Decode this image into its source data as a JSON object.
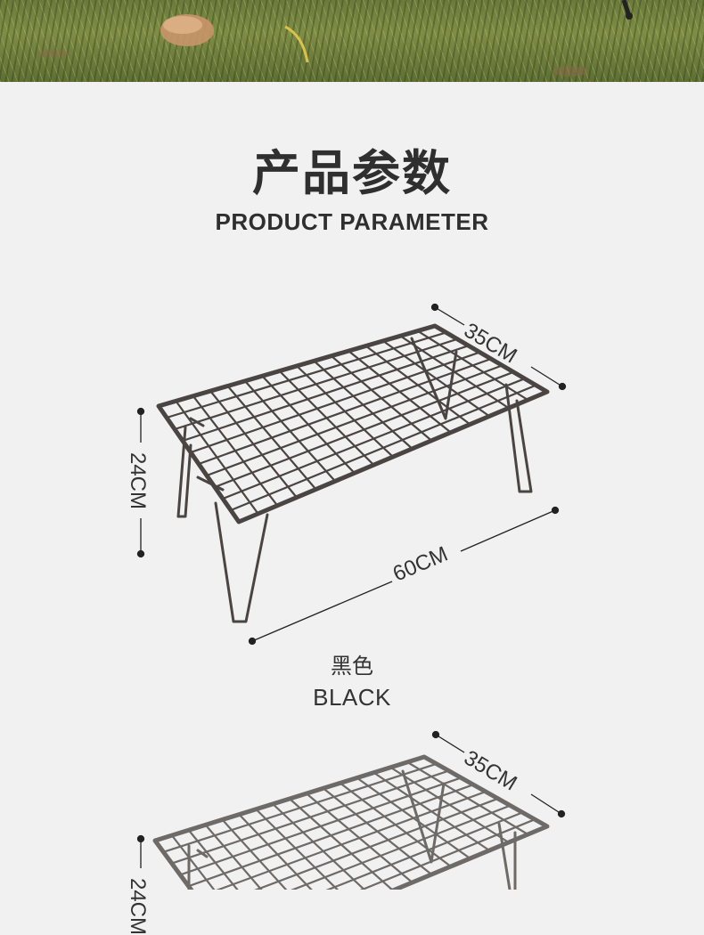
{
  "header": {
    "title_cn": "产品参数",
    "title_en": "PRODUCT PARAMETER"
  },
  "products": [
    {
      "depth": "35CM",
      "height": "24CM",
      "width": "60CM",
      "color_cn": "黑色",
      "color_en": "BLACK",
      "frame_color": "#4a4442"
    },
    {
      "depth": "35CM",
      "height": "24CM",
      "frame_color": "#6e6a68"
    }
  ],
  "colors": {
    "background": "#f1f1f1",
    "text": "#2f2f2f"
  }
}
